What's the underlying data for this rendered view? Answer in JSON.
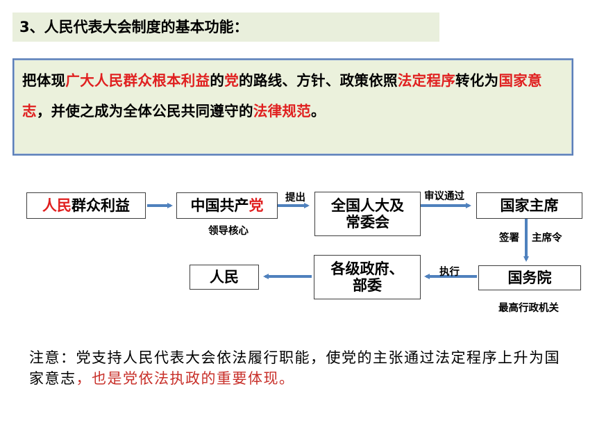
{
  "heading": "3、人民代表大会制度的基本功能：",
  "definition": {
    "p1": "把体现",
    "p2": "广大人民群众根本利益",
    "p3": "的",
    "p4": "党",
    "p5": "的路线、方针、政策依照",
    "p6": "法定程序",
    "p7": "转化为",
    "p8": "国家意志",
    "p9": "，并使之成为全体公民共同遵守的",
    "p10": "法律规范",
    "p11": "。"
  },
  "flow": {
    "n1_red": "人民",
    "n1_rest": "群众利益",
    "n2_black": "中国共产",
    "n2_red": "党",
    "n2_sub": "领导核心",
    "n3_l1": "全国人大及",
    "n3_l2": "常委会",
    "n4": "国家主席",
    "n5": "国务院",
    "n5_sub": "最高行政机关",
    "n6_l1": "各级政府、",
    "n6_l2": "部委",
    "n7": "人民",
    "e_propose": "提出",
    "e_approve": "审议通过",
    "e_sign": "签署",
    "e_order": "主席令",
    "e_execute": "执行"
  },
  "note": {
    "part1": "注意：党支持人民代表大会依法履行职能，使党的主张通过法定程序上升为国家意志",
    "part2": "，也是党依法执政的重要体现。"
  },
  "colors": {
    "arrow": "#4f81bd",
    "emphasis": "#e02020"
  }
}
